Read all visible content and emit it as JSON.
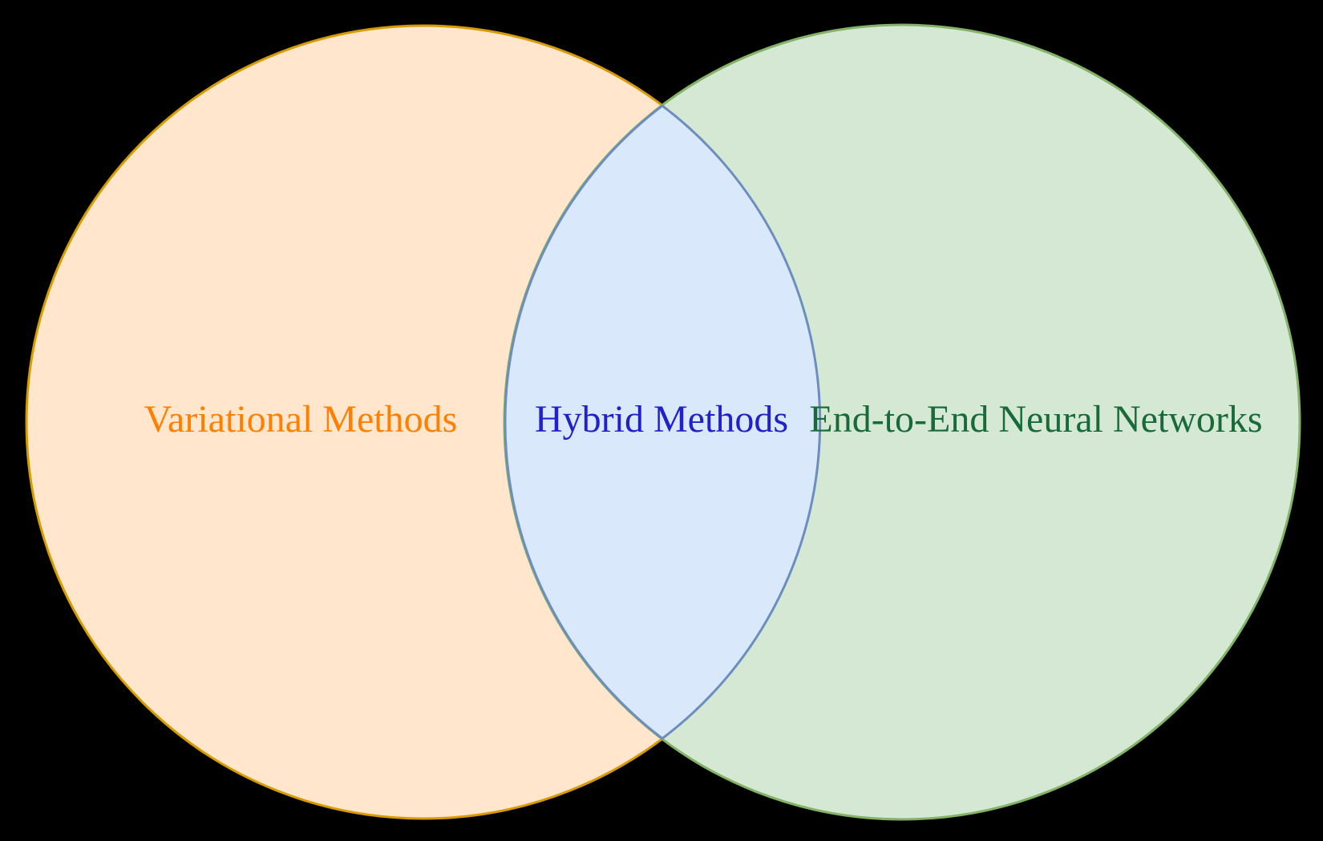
{
  "diagram": {
    "type": "venn-2-set",
    "background": "#000000",
    "sets": [
      {
        "id": "variational",
        "label": "Variational Methods",
        "fill": "#FFE6CC",
        "stroke": "#D79B00",
        "text_color": "#FF8000"
      },
      {
        "id": "end-to-end",
        "label": "End-to-End Neural Networks",
        "fill": "#D5E8D4",
        "stroke": "#82B366",
        "text_color": "#186A3B"
      },
      {
        "id": "hybrid",
        "label": "Hybrid Methods",
        "fill": "#DAE8FC",
        "stroke": "#6C8EBF",
        "text_color": "#2020CC"
      }
    ]
  }
}
